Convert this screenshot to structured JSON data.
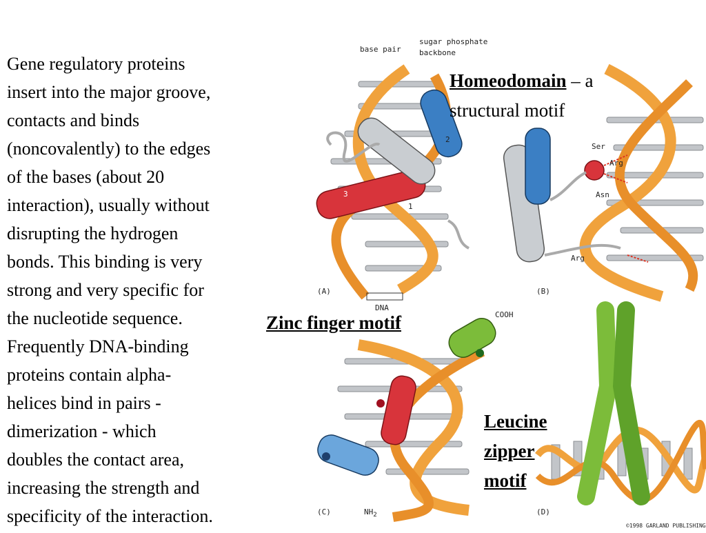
{
  "body_text": [
    "Gene regulatory proteins",
    "insert into the major groove,",
    "contacts and binds",
    "(noncovalently) to the edges",
    "of the bases (about 20",
    "interaction), usually without",
    "disrupting the hydrogen",
    "bonds.  This binding is very",
    "strong and very specific for",
    "the nucleotide sequence.",
    "Frequently DNA-binding",
    "proteins contain alpha-",
    "helices bind in pairs -",
    "dimerization - which",
    "doubles the contact area,",
    "increasing the strength and",
    "specificity of the interaction."
  ],
  "figure": {
    "labels": {
      "base_pair": "base pair",
      "sugar_phosphate_1": "sugar phosphate",
      "sugar_phosphate_2": "backbone",
      "panel_a": "(A)",
      "panel_b": "(B)",
      "panel_c": "(C)",
      "panel_d": "(D)",
      "dna": "DNA",
      "cooh": "COOH",
      "nh2": "NH",
      "nh2_sub": "2",
      "ser": "Ser",
      "arg1": "Arg",
      "asn": "Asn",
      "arg2": "Arg",
      "helix_1": "1",
      "helix_2": "2",
      "helix_3": "3",
      "copyright": "©1998 GARLAND PUBLISHING"
    },
    "titles": {
      "homeodomain": "Homeodomain",
      "homeodomain_suffix": " – a",
      "homeodomain_line2": "structural motif",
      "zinc_finger": "Zinc finger motif",
      "leucine_1": "Leucine",
      "leucine_2": "zipper",
      "leucine_3": "motif"
    }
  },
  "colors": {
    "dna_orange": "#f0a23c",
    "base_gray": "#b9bcc0",
    "helix_blue": "#3b7fc4",
    "helix_red": "#d8343b",
    "helix_gray": "#c9cdd1",
    "helix_green": "#7cbc3a"
  }
}
